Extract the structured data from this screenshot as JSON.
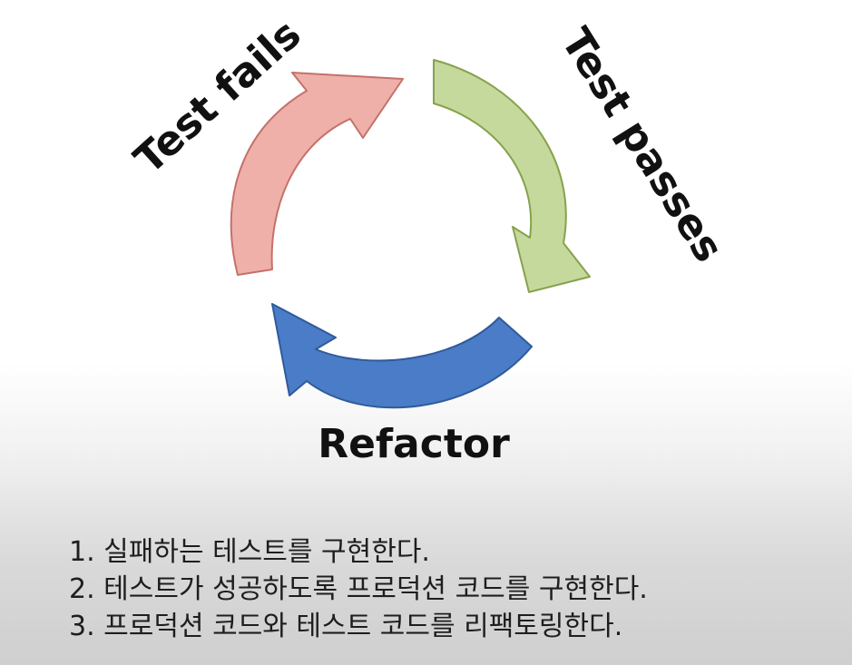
{
  "diagram": {
    "stages": [
      {
        "label": "Test fails",
        "color": "#efb0aa",
        "stroke": "#c4716a"
      },
      {
        "label": "Test passes",
        "color": "#c6d99c",
        "stroke": "#86a24c"
      },
      {
        "label": "Refactor",
        "color": "#4a7cc7",
        "stroke": "#2f5a9c"
      }
    ]
  },
  "steps": [
    "1. 실패하는 테스트를 구현한다.",
    "2. 테스트가 성공하도록 프로덕션 코드를 구현한다.",
    "3. 프로덕션 코드와 테스트 코드를 리팩토링한다."
  ]
}
